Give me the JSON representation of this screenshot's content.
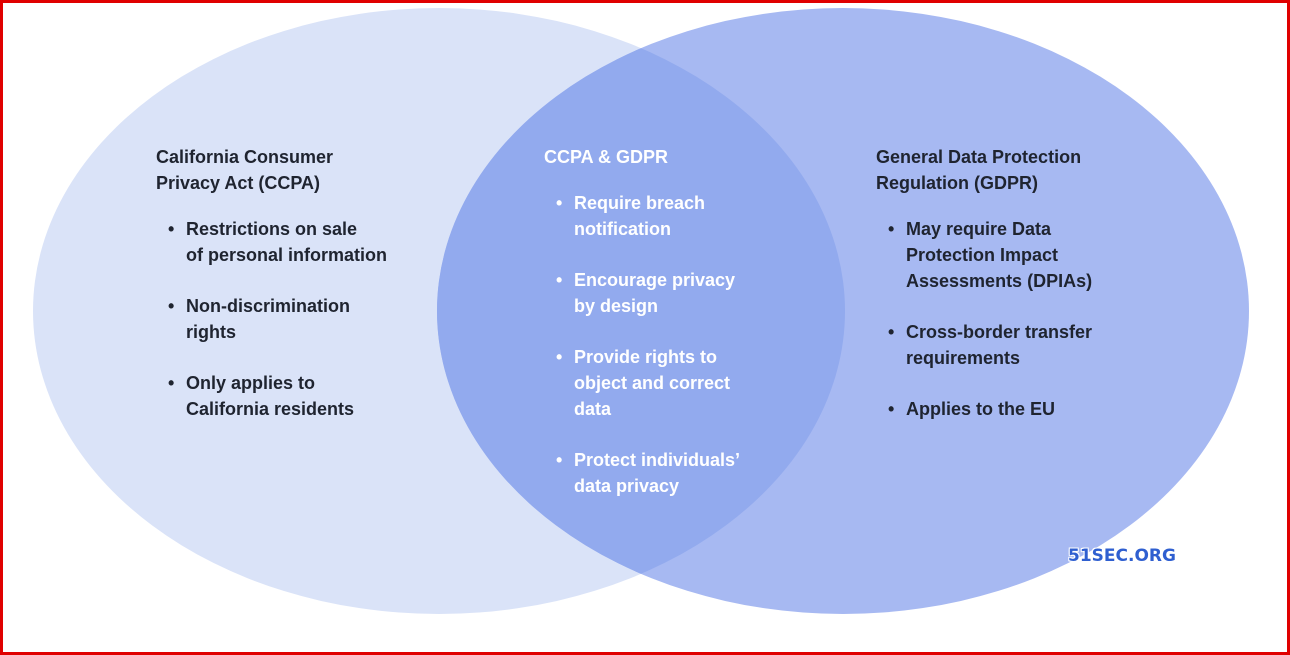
{
  "colors": {
    "left_circle": "#dae3f8",
    "right_circle": "#a7b9f2",
    "overlap": "#92aaee",
    "frame_border": "#e00000",
    "watermark": "#2f5fd0"
  },
  "left": {
    "heading_line1": "California Consumer",
    "heading_line2": "Privacy Act (CCPA)",
    "items": [
      {
        "line1": "Restrictions on sale",
        "line2": "of personal information"
      },
      {
        "line1": "Non-discrimination",
        "line2": "rights"
      },
      {
        "line1": "Only applies to",
        "line2": "California residents"
      }
    ]
  },
  "middle": {
    "heading": "CCPA & GDPR",
    "items": [
      {
        "line1": "Require breach",
        "line2": "notification"
      },
      {
        "line1": "Encourage privacy",
        "line2": "by design"
      },
      {
        "line1": "Provide rights to",
        "line2": "object and correct",
        "line3": "data"
      },
      {
        "line1": "Protect individuals’",
        "line2": "data privacy"
      }
    ]
  },
  "right": {
    "heading_line1": "General Data Protection",
    "heading_line2": "Regulation (GDPR)",
    "items": [
      {
        "line1": "May require Data",
        "line2": "Protection Impact",
        "line3": "Assessments (DPIAs)"
      },
      {
        "line1": "Cross-border transfer",
        "line2": "requirements"
      },
      {
        "line1": "Applies to the EU"
      }
    ]
  },
  "watermark": "51SEC.ORG"
}
